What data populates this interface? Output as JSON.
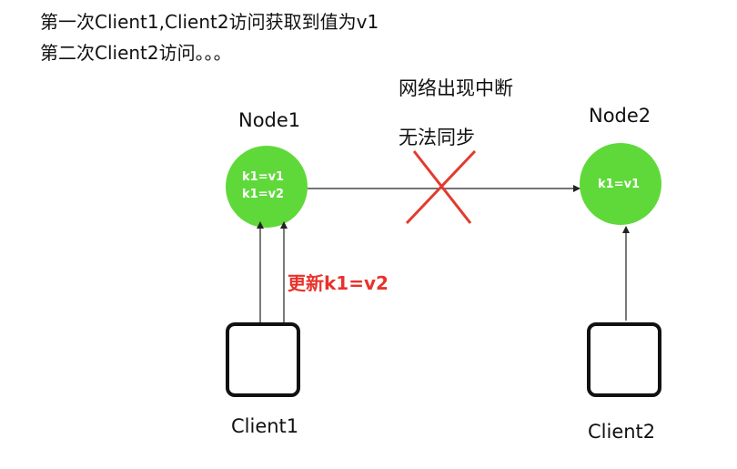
{
  "header": {
    "line1": "第一次Client1,Client2访问获取到值为v1",
    "line2": "第二次Client2访问。。。"
  },
  "network": {
    "interrupt_label": "网络出现中断",
    "cannot_sync_label": "无法同步"
  },
  "node1": {
    "title": "Node1",
    "value_line1": "k1=v1",
    "value_line2": "k1=v2"
  },
  "node2": {
    "title": "Node2",
    "value_line1": "k1=v1"
  },
  "client1": {
    "label": "Client1"
  },
  "client2": {
    "label": "Client2"
  },
  "update": {
    "label": "更新k1=v2"
  },
  "colors": {
    "node_fill": "#5fd93a",
    "cross": "#e23b2e",
    "update_text": "#e8322b",
    "line": "#222222"
  }
}
